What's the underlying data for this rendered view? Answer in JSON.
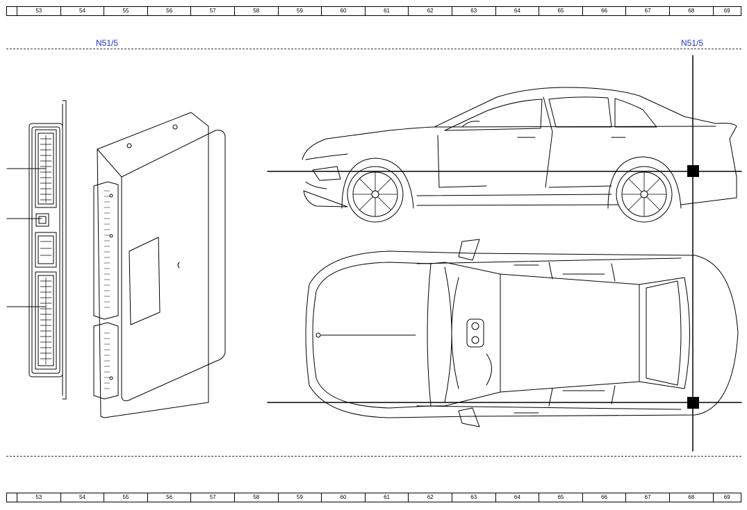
{
  "ruler": {
    "columns": [
      "53",
      "54",
      "55",
      "56",
      "57",
      "58",
      "59",
      "60",
      "61",
      "62",
      "63",
      "64",
      "65",
      "66",
      "67",
      "68",
      "69"
    ]
  },
  "component": {
    "id_left": "N51/5",
    "id_right": "N51/5"
  },
  "colors": {
    "label": "#1f2fd0",
    "line": "#000000"
  }
}
